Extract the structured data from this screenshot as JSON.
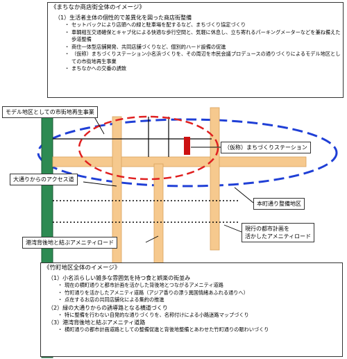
{
  "machinaka_box": {
    "title": "《まちなか商店街全体のイメージ》",
    "section": "（1）生活者主体の個性的で差異化を図った商店街整備",
    "items": [
      "セットバックにより店頭への緑と駐車場を配するなど、まちづくり協定づくり",
      "車輌相互交通確保とキャブ化による快適な歩行空間と、気軽に休息し、立ち寄れるパーキングメーターなどを兼ね備えた歩道整備",
      "商住一体型店舗開発、共同店舗づくりなど、個別的ハード設備の促進",
      "（仮称）まちづくりステーション小名浜づくりを、その周辺を市民会議プロデュースの通りづくりによるモデル地区としての市街地再生事業",
      "まちなかへの交番の誘致"
    ]
  },
  "map_labels": {
    "model_area": "モデル地区としての市街地再生事業",
    "station": "（仮称）まちづくりステーション",
    "access_road": "大通りからのアクセス道",
    "honmachi": "本町通り整備地区",
    "current_plan_1": "現行の都市計画を",
    "current_plan_2": "活かしたアメニティロード",
    "port_road": "港湾背後地と結ぶアメニティロード"
  },
  "takemachi_box": {
    "title": "《竹町地区全体のイメージ》",
    "sections": [
      {
        "heading": "（1）小名浜らしい雑多な雰囲気を持つ食と娯楽の街並み",
        "items": [
          "現在の横町通りと都市計画を活かした背後地とつながるアメニティ道路",
          "竹町通りを活かしたアメニティ道路（アジア香りの漂う異国情緒あふれる通りへ）",
          "点在するお店の共同店舗化による集約の推進"
        ]
      },
      {
        "heading": "（2）緑の大通りからの誘導路となる横道づくり",
        "items": [
          "特に整備を行わない自発的な通りづくりを、名称付けによる小路迷路マップづくり"
        ]
      },
      {
        "heading": "（3）港湾背後地と結ぶアメニティ道路",
        "items": [
          "横町通りの都市計画道路としての整備促進と背後地整備とあわせた竹町通りの賑わいづくり"
        ]
      }
    ]
  },
  "colors": {
    "road": "#f6c98e",
    "green_road": "#2d8a52",
    "red_dash": "#e02020",
    "blue_dash": "#1f3fd6",
    "station_marker": "#cc1111"
  }
}
